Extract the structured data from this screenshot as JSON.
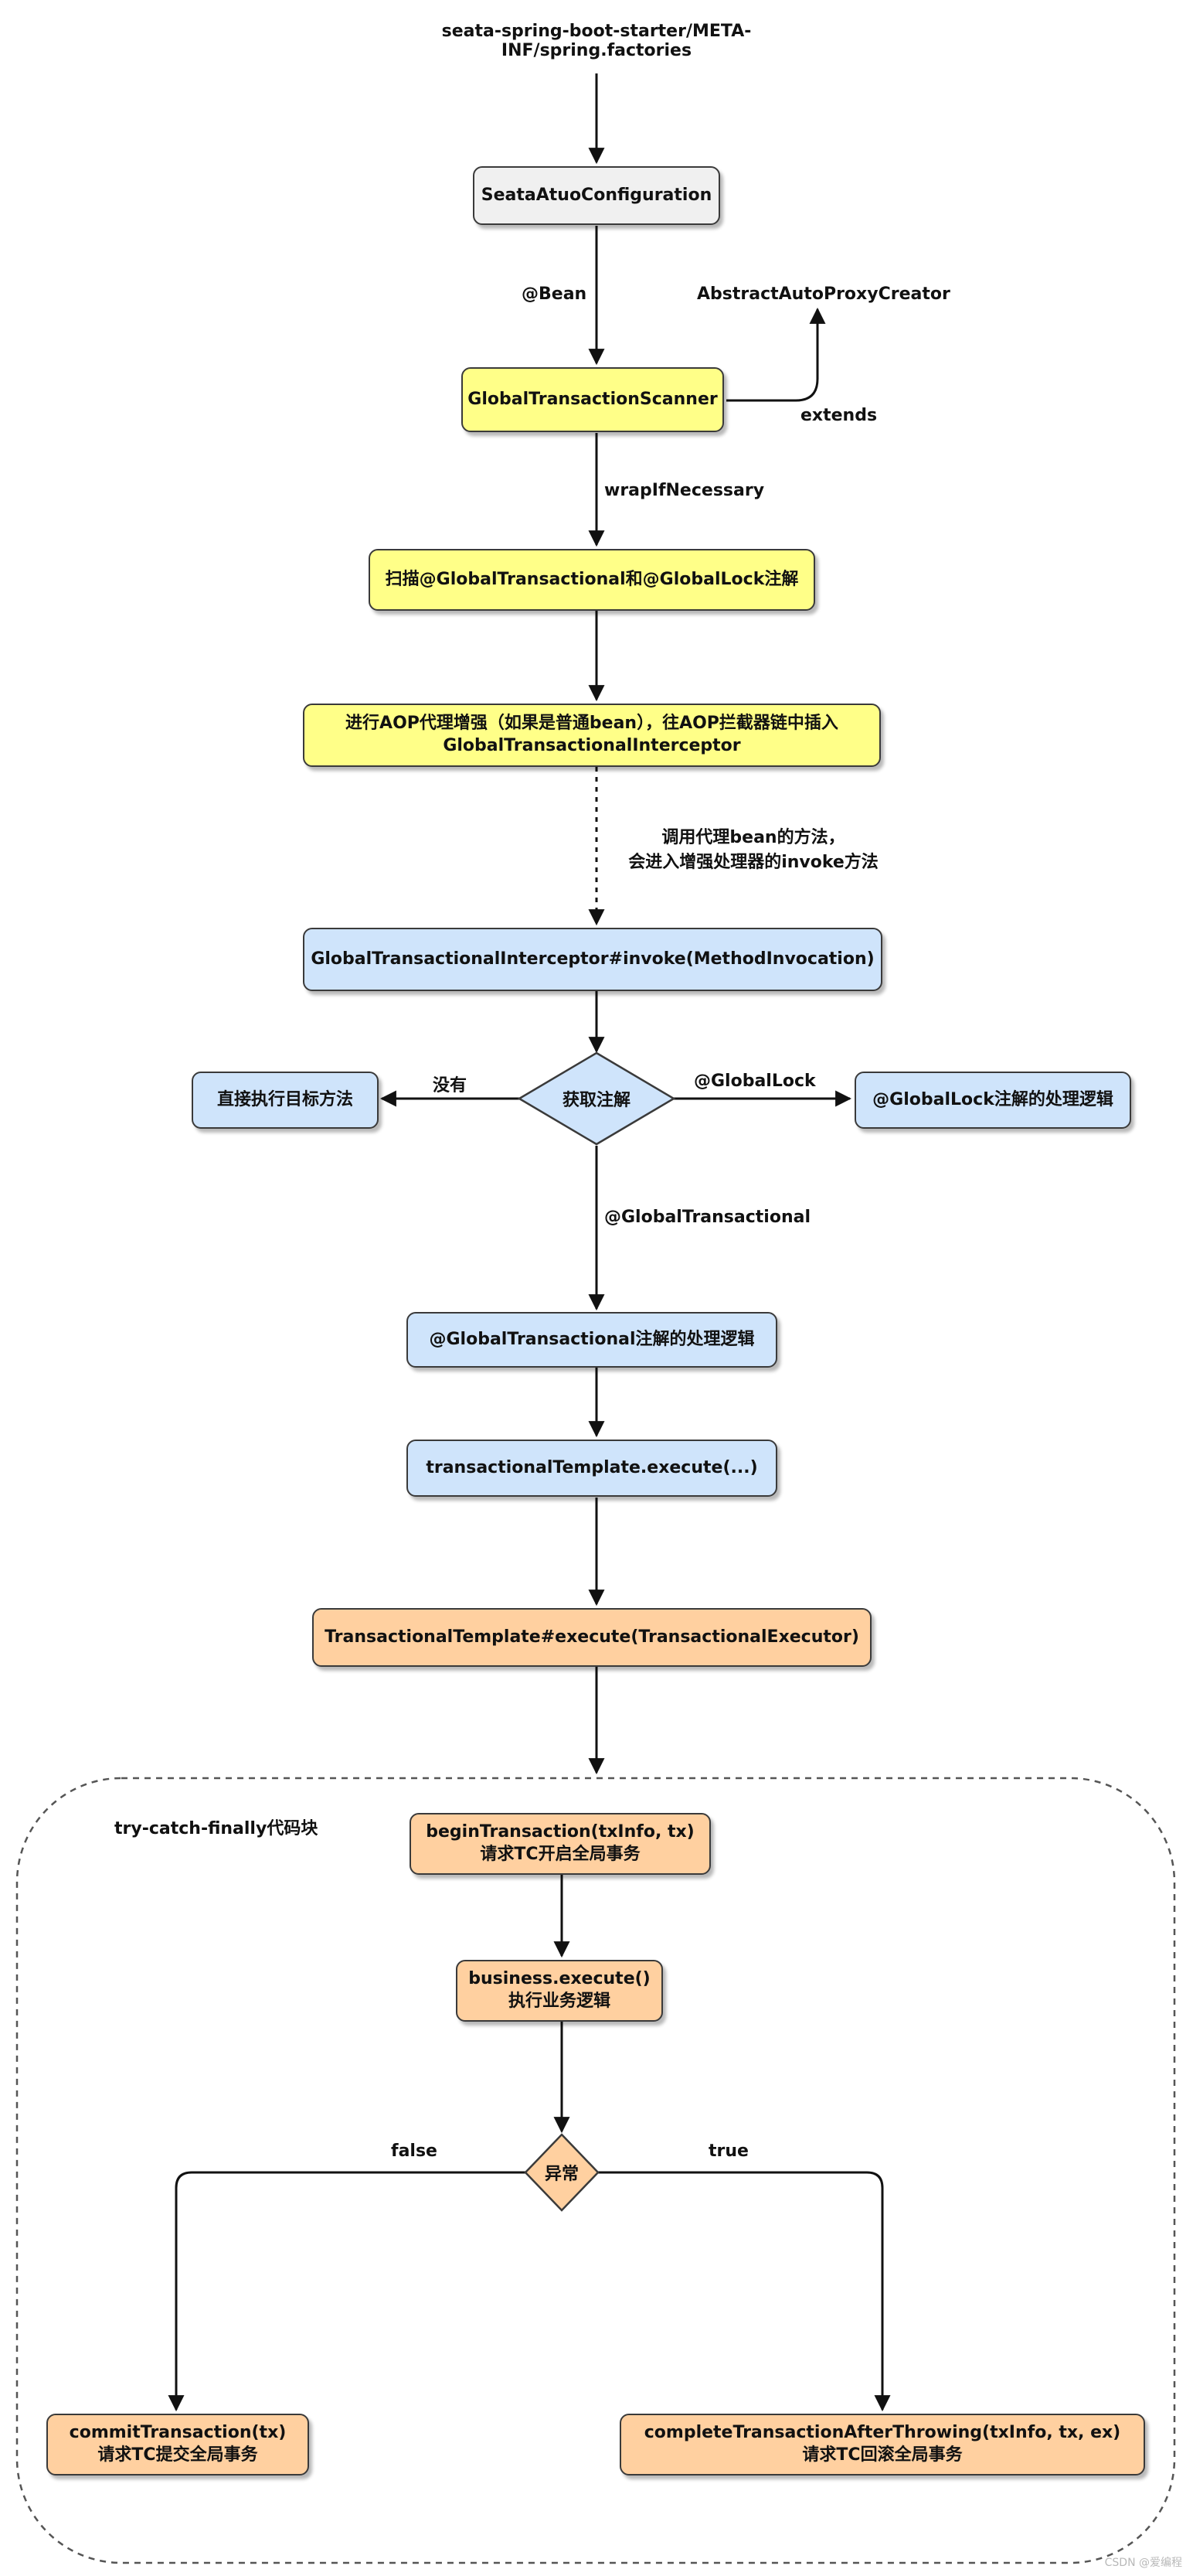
{
  "top_label": [
    "seata-spring-boot-starter/META-",
    "INF/spring.factories"
  ],
  "nodes": {
    "auto_config": "SeataAtuoConfiguration",
    "scanner": "GlobalTransactionScanner",
    "proxy_creator": "AbstractAutoProxyCreator",
    "scan": "扫描@GlobalTransactional和@GlobalLock注解",
    "aop": [
      "进行AOP代理增强（如果是普通bean），往AOP拦截器链中插入",
      "GlobalTransactionalInterceptor"
    ],
    "invoke": "GlobalTransactionalInterceptor#invoke(MethodInvocation)",
    "get_annotation": "获取注解",
    "direct": "直接执行目标方法",
    "global_lock": "@GlobalLock注解的处理逻辑",
    "global_tx": "@GlobalTransactional注解的处理逻辑",
    "template_call": "transactionalTemplate.execute(...)",
    "template_exec": "TransactionalTemplate#execute(TransactionalExecutor)",
    "begin": [
      "beginTransaction(txInfo, tx)",
      "请求TC开启全局事务"
    ],
    "business": [
      "business.execute()",
      "执行业务逻辑"
    ],
    "exception": "异常",
    "commit": [
      "commitTransaction(tx)",
      "请求TC提交全局事务"
    ],
    "rollback": [
      "completeTransactionAfterThrowing(txInfo, tx, ex)",
      "请求TC回滚全局事务"
    ]
  },
  "edge_labels": {
    "bean": "@Bean",
    "extends": "extends",
    "wrap": "wrapIfNecessary",
    "invoke_note": [
      "调用代理bean的方法，",
      "会进入增强处理器的invoke方法"
    ],
    "none": "没有",
    "global_lock": "@GlobalLock",
    "global_transactional": "@GlobalTransactional",
    "false": "false",
    "true": "true"
  },
  "group_label": "try-catch-finally代码块",
  "watermark": "CSDN @爱编程",
  "colors": {
    "gray": "#f0f0f0",
    "yellow": "#ffff88",
    "blue": "#cfe4fb",
    "orange": "#ffd0a0",
    "border": "#3a3a3a"
  }
}
